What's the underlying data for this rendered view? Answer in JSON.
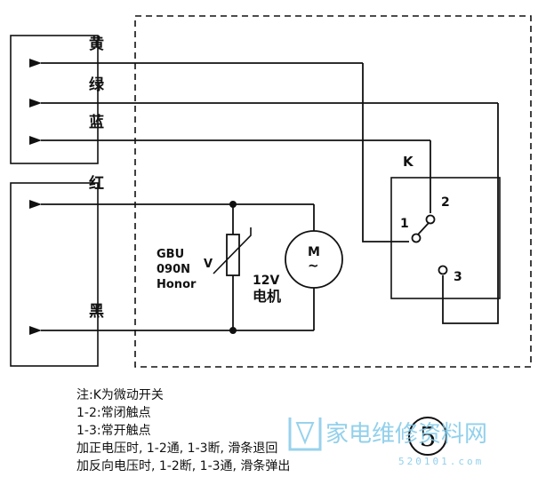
{
  "wire_labels": {
    "yellow": "黄",
    "green": "绿",
    "blue": "蓝",
    "red": "红",
    "black": "黑"
  },
  "switch": {
    "name": "K",
    "pin1": "1",
    "pin2": "2",
    "pin3": "3"
  },
  "varistor": {
    "line1": "GBU",
    "line2": "090N",
    "line3": "Honor",
    "symbol": "V"
  },
  "motor": {
    "voltage": "12V",
    "name": "电机",
    "symbol": "M",
    "tilde": "~"
  },
  "notes": [
    "注:K为微动开关",
    "1-2:常闭触点",
    "1-3:常开触点",
    "加正电压时, 1-2通, 1-3断, 滑条退回",
    "加反向电压时, 1-2断, 1-3通, 滑条弹出"
  ],
  "figure_number": "5",
  "watermark": {
    "text": "家电维修资料网",
    "url": "520101.com"
  }
}
